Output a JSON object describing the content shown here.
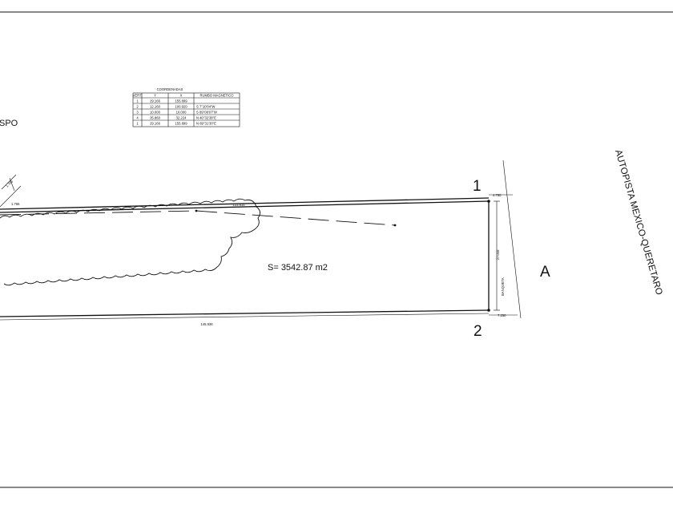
{
  "coordinates_table": {
    "title": "COORDENADAS",
    "headers": [
      "VERT.",
      "Y",
      "X",
      "RUMBO MAGNETICO"
    ],
    "rows": [
      [
        "1",
        "29.166",
        "155.899",
        ""
      ],
      [
        "2",
        "12.160",
        "100.920",
        "S 7°10'04\"W"
      ],
      [
        "3",
        "10.000",
        "10.000",
        "S 89°08'07\"W"
      ],
      [
        "4",
        "35.860",
        "32.224",
        "N 40°32'38\"E"
      ],
      [
        "1",
        "29.166",
        "155.899",
        "N 89°31'30\"E"
      ]
    ]
  },
  "labels": {
    "left_fragment": "SPO",
    "diag_dim": "1.765",
    "top_length": "123.816",
    "bottom_length": "145.936",
    "vertex_1": "1",
    "vertex_2": "2",
    "top_right_dim": "4.780",
    "bottom_right_dim": "7.250",
    "right_height": "27.008",
    "banqueta": "BANQUETA",
    "area": "S= 3542.87 m2",
    "side_letter": "A",
    "highway": "AUTOPISTA MEXICO-QUERETARO"
  },
  "colors": {
    "ink": "#111111",
    "paper": "#ffffff"
  }
}
